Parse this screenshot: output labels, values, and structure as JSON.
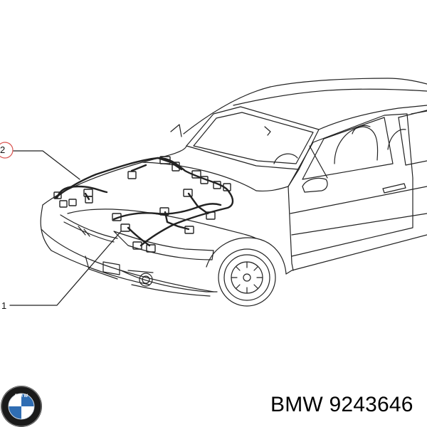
{
  "callouts": [
    {
      "number": "2",
      "highlighted": true,
      "highlight_color": "#d9534f"
    },
    {
      "number": "1",
      "highlighted": false
    }
  ],
  "caption": {
    "brand": "BMW",
    "part_number": "9243646"
  },
  "logo": {
    "brand": "BMW",
    "colors": {
      "ring": "#1a1a1a",
      "blue": "#2f6db3",
      "white": "#ffffff"
    }
  },
  "line_color": "#222222"
}
